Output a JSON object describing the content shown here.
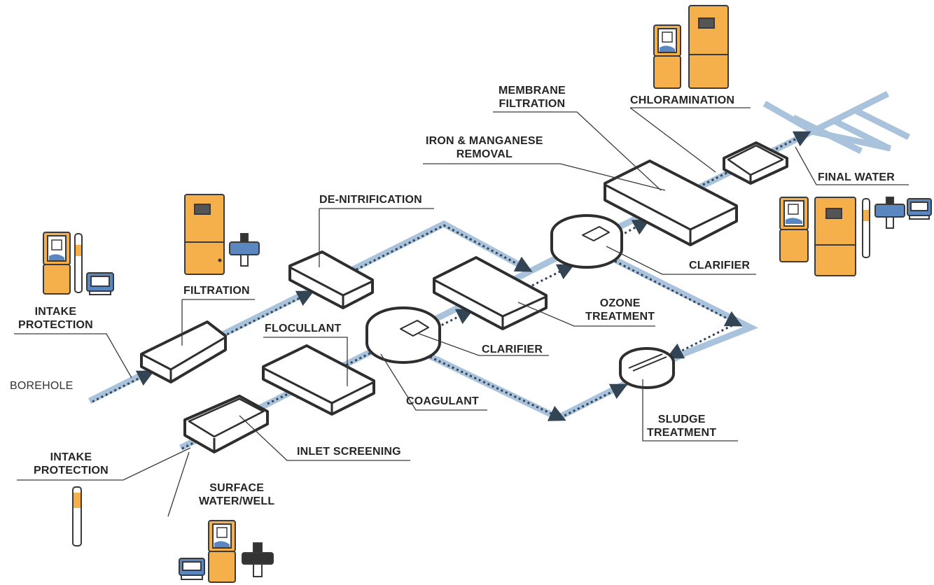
{
  "colors": {
    "pipe": "#a9c3dc",
    "flow": "#334455",
    "outline": "#2e2e2e",
    "leader": "#3a3a3a",
    "cabinet": "#f5b04c",
    "cabinet_edge": "#3a3a3a",
    "sensor_blue": "#5b87c0"
  },
  "labels": {
    "borehole": "BOREHOLE",
    "intake_protection_top_1": "INTAKE",
    "intake_protection_top_2": "PROTECTION",
    "filtration": "FILTRATION",
    "de_nitrification": "DE-NITRIFICATION",
    "flocullant": "FLOCULLANT",
    "clarifier_lower": "CLARIFIER",
    "coagulant": "COAGULANT",
    "inlet_screening": "INLET SCREENING",
    "intake_protection_bottom_1": "INTAKE",
    "intake_protection_bottom_2": "PROTECTION",
    "surface_water_1": "SURFACE",
    "surface_water_2": "WATER/WELL",
    "ozone_1": "OZONE",
    "ozone_2": "TREATMENT",
    "clarifier_upper": "CLARIFIER",
    "sludge_1": "SLUDGE",
    "sludge_2": "TREATMENT",
    "iron_1": "IRON & MANGANESE",
    "iron_2": "REMOVAL",
    "membrane_1": "MEMBRANE",
    "membrane_2": "FILTRATION",
    "chloramination": "CHLORAMINATION",
    "final_water": "FINAL WATER"
  },
  "icons": [
    "control-cabinet-icon",
    "handheld-meter-icon",
    "dip-probe-icon",
    "controller-display-icon",
    "flow-sensor-icon",
    "large-analyser-cabinet-icon"
  ]
}
